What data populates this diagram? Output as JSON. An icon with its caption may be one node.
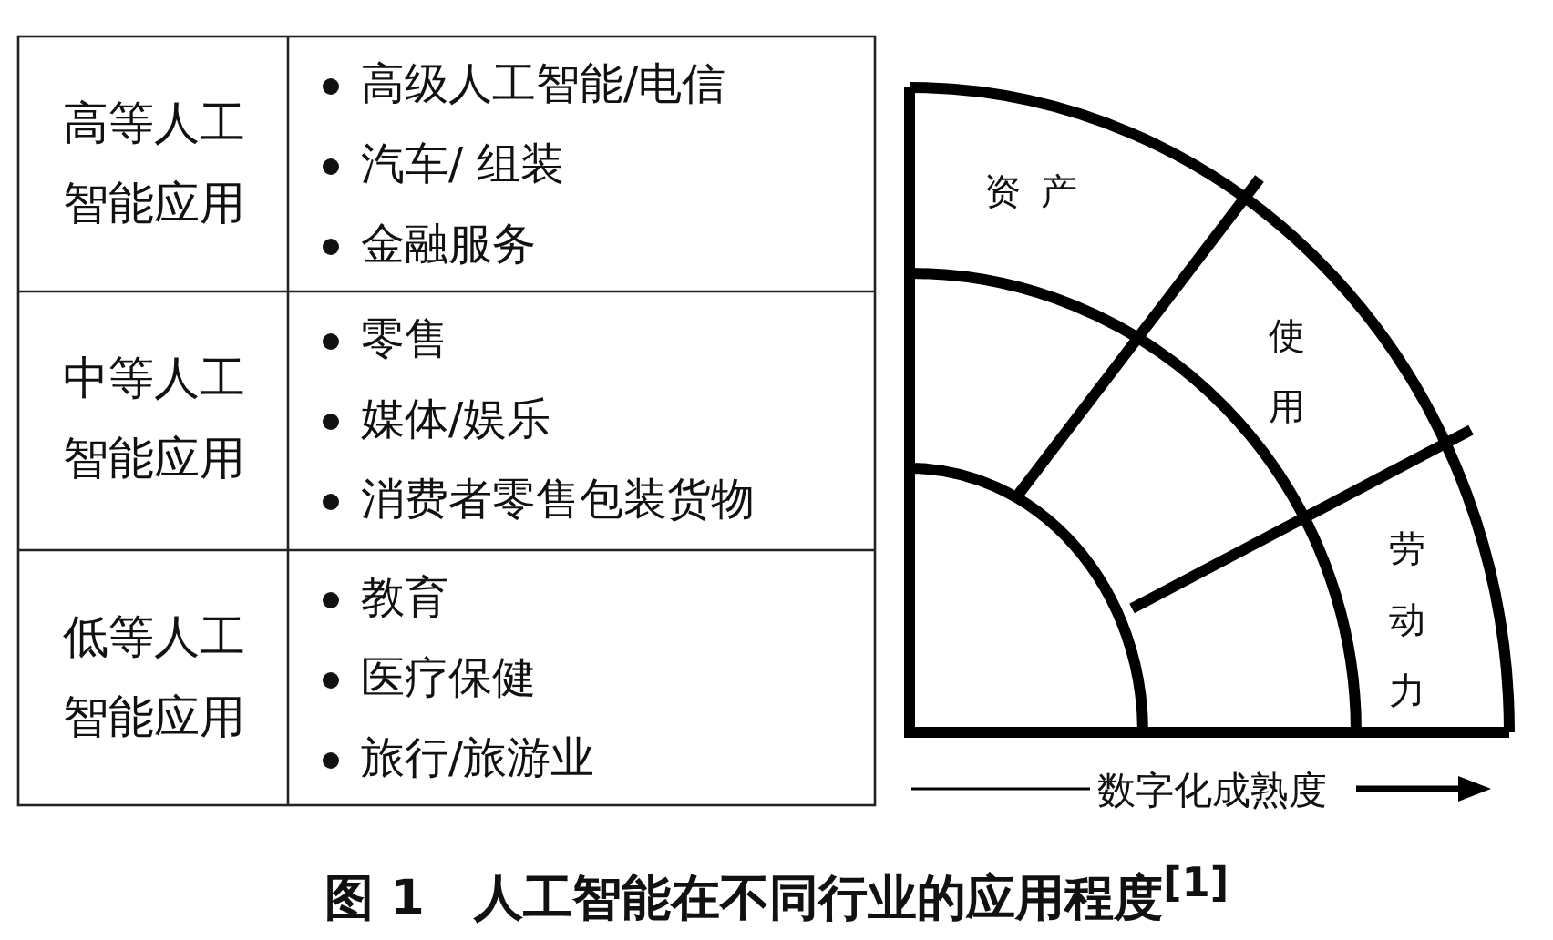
{
  "diagram": {
    "caption": "图 1　人工智能在不同行业的应用程度$^{[1]}$",
    "labels": [
      "高等人工智能应用",
      "高级人工智能/电信",
      "汽车/ 组装",
      "金融服务",
      "中等人工智能应用",
      "零售",
      "媒体/娱乐",
      "消费者零售包装货物",
      "低等人工智能应用",
      "教育",
      "医疗保健",
      "旅行/旅游业",
      "资产",
      "使用",
      "劳动力",
      "数字化成熟度"
    ]
  }
}
